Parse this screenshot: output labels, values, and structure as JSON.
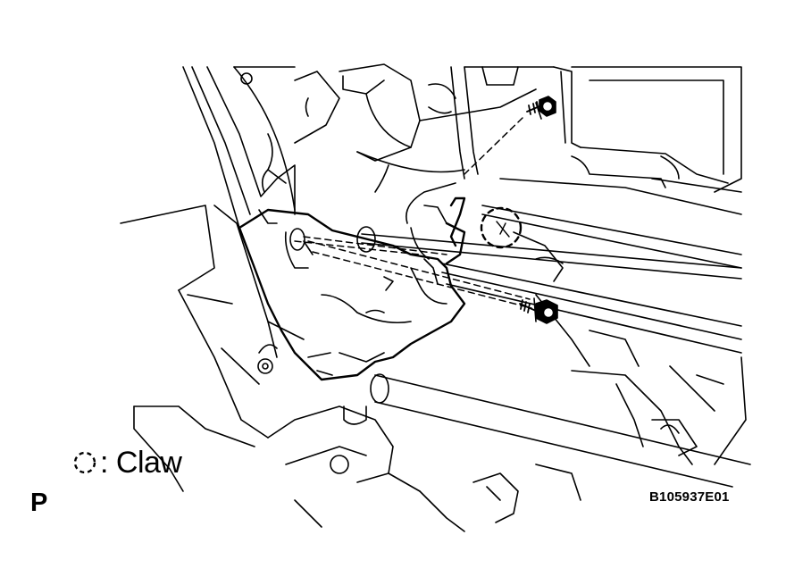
{
  "legend": {
    "symbol_icon": "dashed-circle-icon",
    "label": ": Claw"
  },
  "view_letter": "P",
  "figure_code": "B105937E01",
  "colors": {
    "line": "#000000",
    "background": "#ffffff"
  }
}
